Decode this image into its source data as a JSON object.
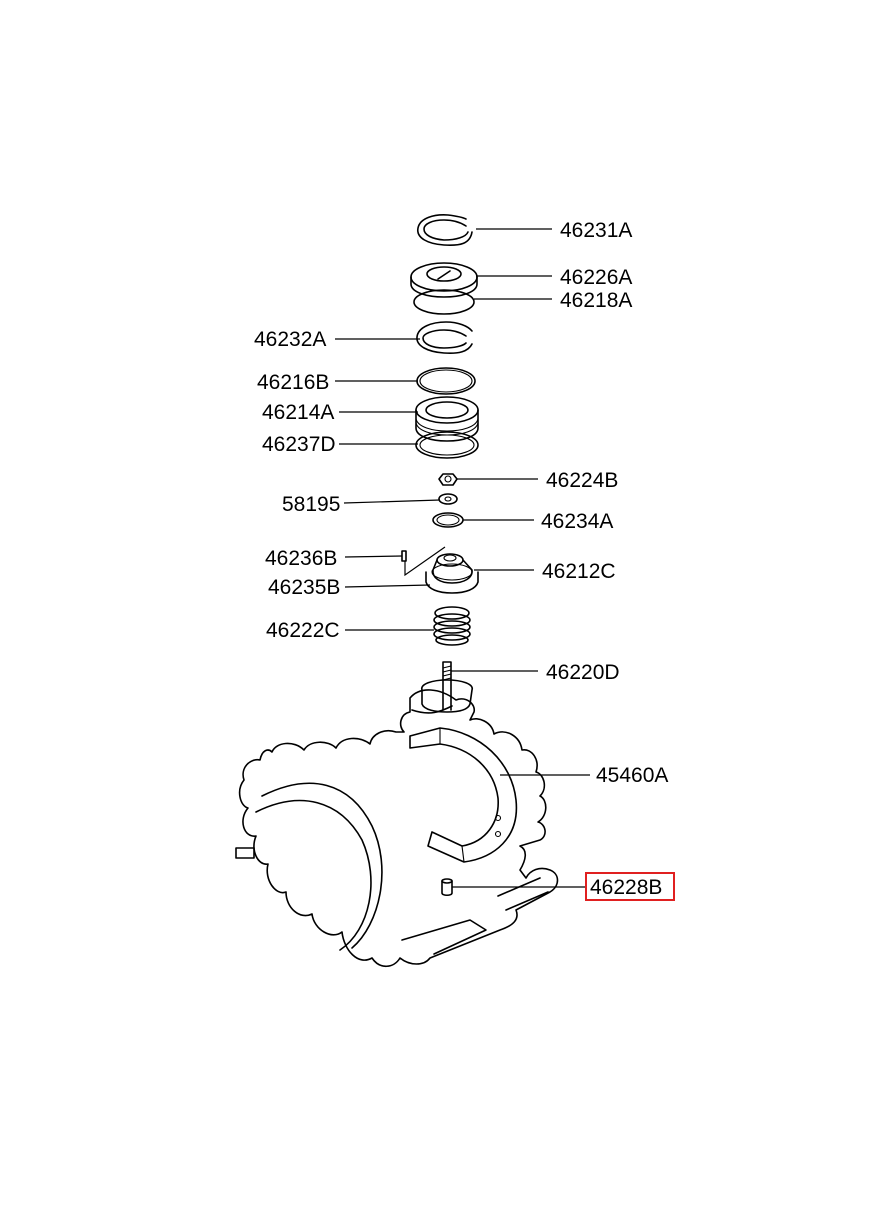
{
  "parts": [
    {
      "id": "46231A"
    },
    {
      "id": "46226A"
    },
    {
      "id": "46218A"
    },
    {
      "id": "46232A"
    },
    {
      "id": "46216B"
    },
    {
      "id": "46214A"
    },
    {
      "id": "46237D"
    },
    {
      "id": "46224B"
    },
    {
      "id": "58195"
    },
    {
      "id": "46234A"
    },
    {
      "id": "46236B"
    },
    {
      "id": "46212C"
    },
    {
      "id": "46235B"
    },
    {
      "id": "46222C"
    },
    {
      "id": "46220D"
    },
    {
      "id": "45460A"
    },
    {
      "id": "46228B",
      "highlighted": true
    }
  ],
  "highlight_color": "#e02020"
}
